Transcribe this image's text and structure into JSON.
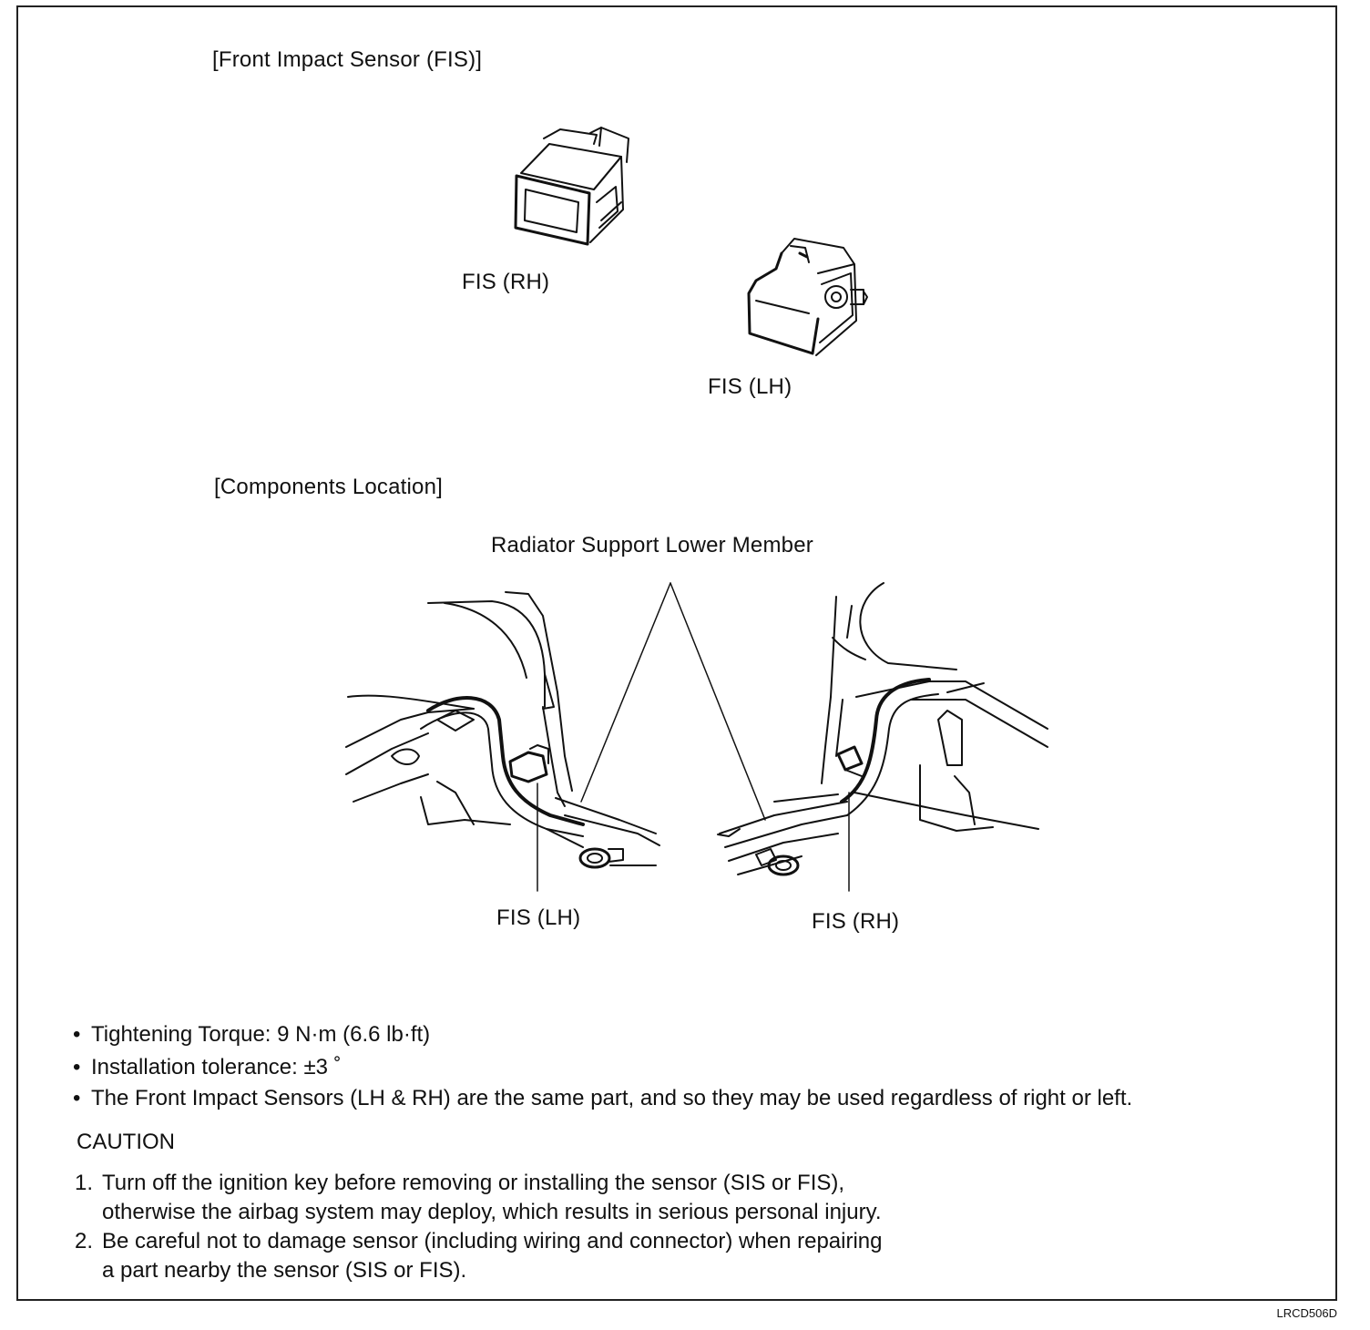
{
  "headings": {
    "sensor": "[Front Impact Sensor (FIS)]",
    "location": "[Components Location]"
  },
  "labels": {
    "fis_rh_top": "FIS (RH)",
    "fis_lh_top": "FIS (LH)",
    "radiator": "Radiator Support Lower Member",
    "fis_lh_bottom": "FIS (LH)",
    "fis_rh_bottom": "FIS (RH)"
  },
  "notes": [
    "Tightening Torque: 9 N·m (6.6 lb·ft)",
    "Installation tolerance: ±3 ˚",
    "The Front Impact Sensors (LH & RH) are the same part, and so they may be used regardless of right or left."
  ],
  "caution": {
    "title": "CAUTION",
    "items": [
      {
        "num": "1.",
        "line1": "Turn off the ignition key before removing or installing the sensor (SIS or FIS),",
        "line2": "otherwise the airbag system may deploy, which results in serious personal injury."
      },
      {
        "num": "2.",
        "line1": "Be careful not to damage sensor (including wiring and connector) when repairing",
        "line2": "a part nearby the sensor (SIS or FIS)."
      }
    ]
  },
  "figure_code": "LRCD506D"
}
